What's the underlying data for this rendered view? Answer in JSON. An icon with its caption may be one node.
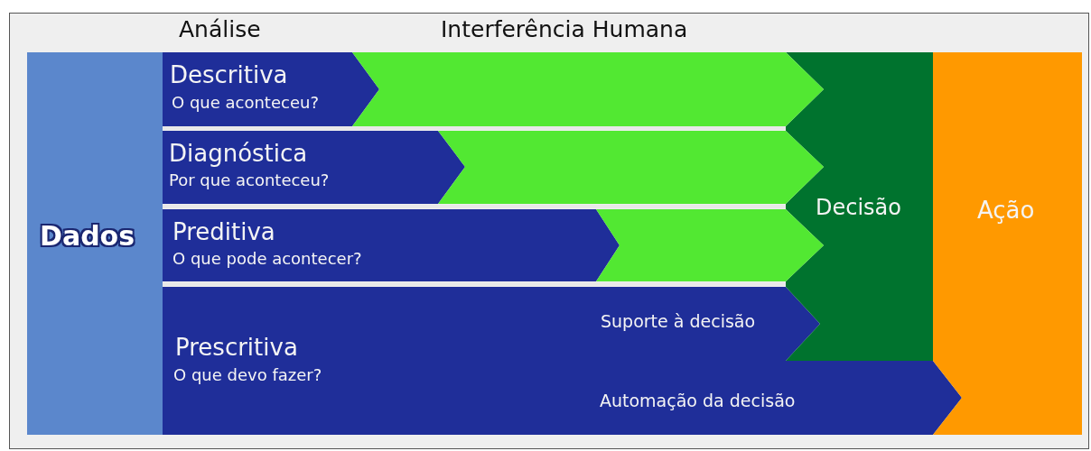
{
  "diagram": {
    "nodes": [
      {
        "text": [
          "Dados"
        ]
      },
      {
        "text": [
          "Descritiva",
          "O que aconteceu?"
        ]
      },
      {
        "text": [
          "Diagnóstica",
          "Por que aconteceu?"
        ]
      },
      {
        "text": [
          "Preditiva",
          "O que pode acontecer?"
        ]
      },
      {
        "text": [
          "Prescritiva",
          "O que devo fazer?"
        ]
      },
      {
        "text": [
          "Suporte à decisão"
        ],
        "in": 4
      },
      {
        "text": [
          "Automação da decisão"
        ],
        "in": 4
      },
      {
        "text": [
          "Decisão"
        ]
      },
      {
        "text": [
          "Ação"
        ]
      },
      {
        "text": [],
        "shape": "chevron"
      },
      {
        "text": [],
        "shape": "chevron"
      },
      {
        "text": [],
        "shape": "chevron"
      }
    ],
    "labels": [
      "Análise",
      "Interferência Humana"
    ]
  }
}
